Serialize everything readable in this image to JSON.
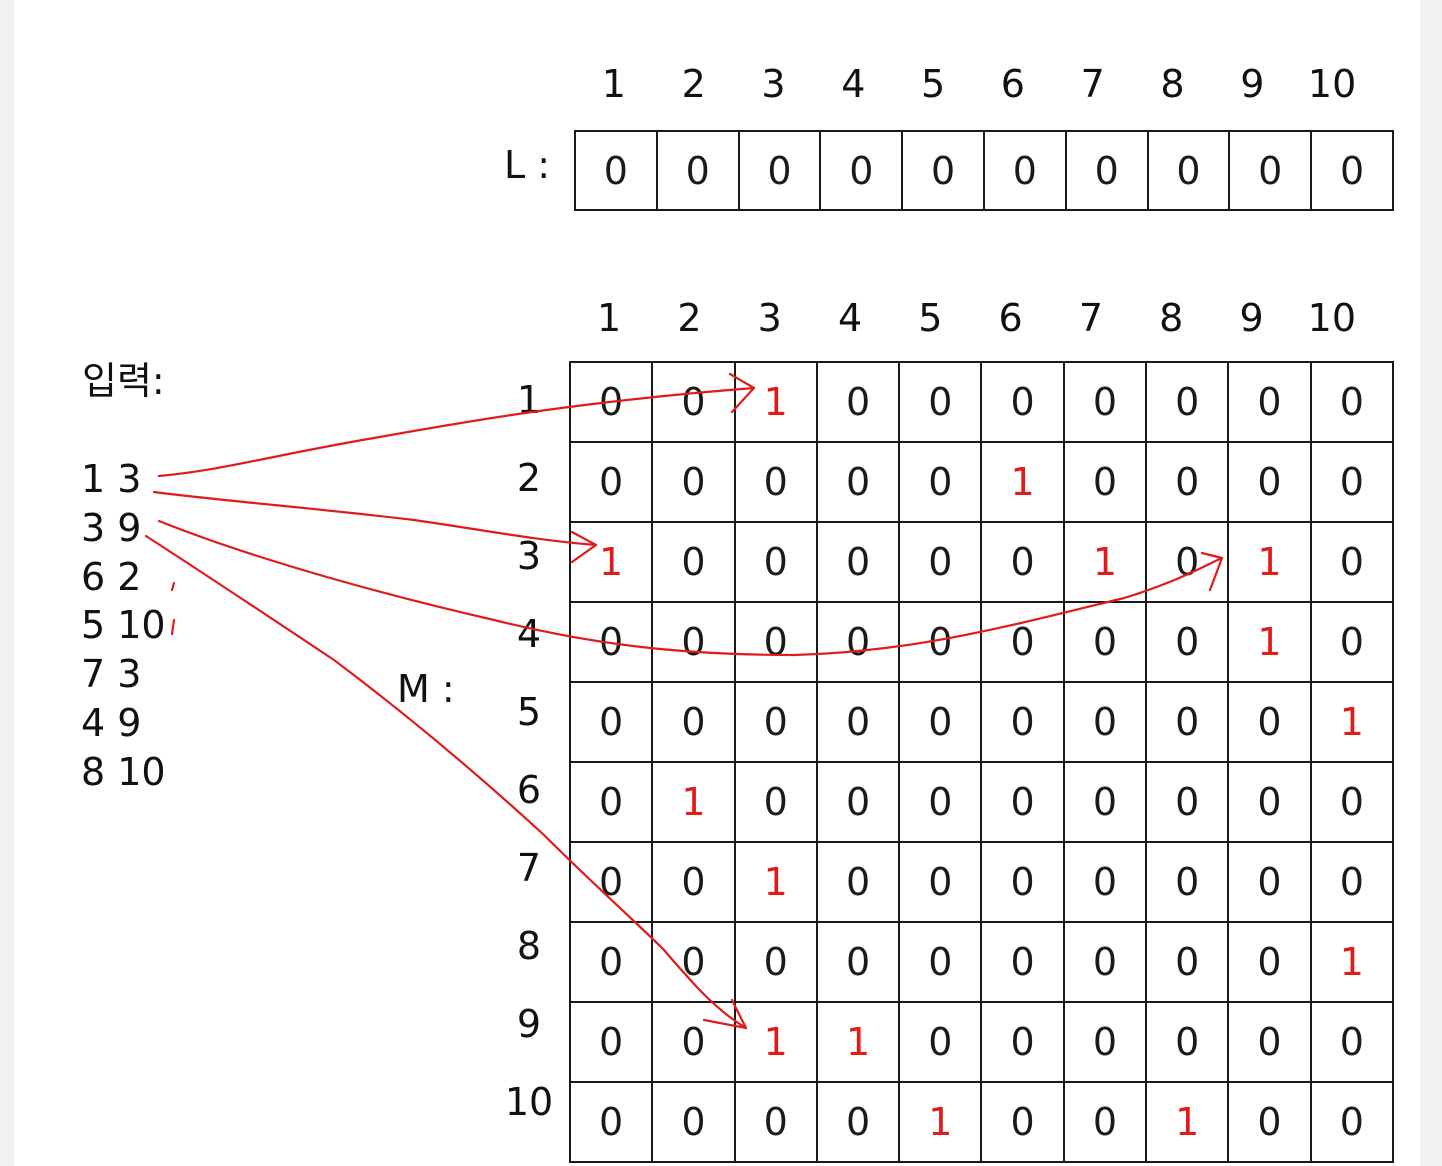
{
  "columns": [
    "1",
    "2",
    "3",
    "4",
    "5",
    "6",
    "7",
    "8",
    "9",
    "10"
  ],
  "rows": [
    "1",
    "2",
    "3",
    "4",
    "5",
    "6",
    "7",
    "8",
    "9",
    "10"
  ],
  "L": {
    "label": "L :",
    "values": [
      "0",
      "0",
      "0",
      "0",
      "0",
      "0",
      "0",
      "0",
      "0",
      "0"
    ]
  },
  "M": {
    "label": "M :",
    "matrix": [
      [
        "0",
        "0",
        "1",
        "0",
        "0",
        "0",
        "0",
        "0",
        "0",
        "0"
      ],
      [
        "0",
        "0",
        "0",
        "0",
        "0",
        "1",
        "0",
        "0",
        "0",
        "0"
      ],
      [
        "1",
        "0",
        "0",
        "0",
        "0",
        "0",
        "1",
        "0",
        "1",
        "0"
      ],
      [
        "0",
        "0",
        "0",
        "0",
        "0",
        "0",
        "0",
        "0",
        "1",
        "0"
      ],
      [
        "0",
        "0",
        "0",
        "0",
        "0",
        "0",
        "0",
        "0",
        "0",
        "1"
      ],
      [
        "0",
        "1",
        "0",
        "0",
        "0",
        "0",
        "0",
        "0",
        "0",
        "0"
      ],
      [
        "0",
        "0",
        "1",
        "0",
        "0",
        "0",
        "0",
        "0",
        "0",
        "0"
      ],
      [
        "0",
        "0",
        "0",
        "0",
        "0",
        "0",
        "0",
        "0",
        "0",
        "1"
      ],
      [
        "0",
        "0",
        "1",
        "1",
        "0",
        "0",
        "0",
        "0",
        "0",
        "0"
      ],
      [
        "0",
        "0",
        "0",
        "0",
        "1",
        "0",
        "0",
        "1",
        "0",
        "0"
      ]
    ]
  },
  "input": {
    "title": "입력:",
    "lines": [
      "1 3",
      "3 9",
      "6 2",
      "5 10",
      "7 3",
      "4 9",
      "8 10"
    ]
  },
  "colors": {
    "highlight": "#e11a1a",
    "arrow": "#e11a1a",
    "text": "#1a1a1a"
  }
}
